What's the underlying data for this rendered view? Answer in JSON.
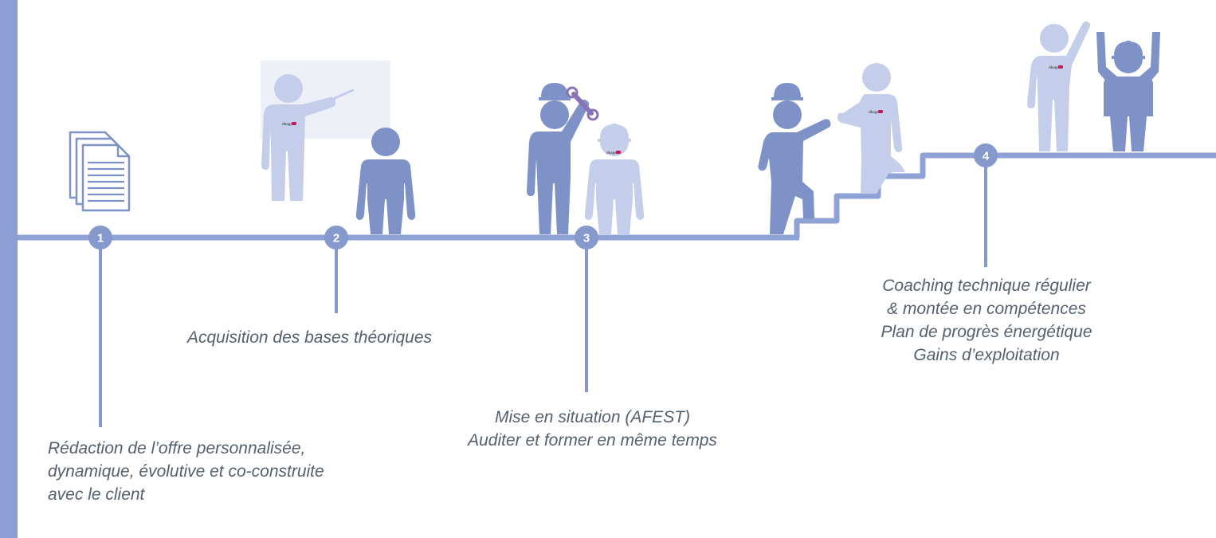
{
  "steps": [
    {
      "number": "1",
      "lines": [
        "Rédaction de l’offre personnalisée,",
        "dynamique, évolutive et co-construite",
        "avec le client"
      ]
    },
    {
      "number": "2",
      "lines": [
        "Acquisition des bases théoriques"
      ]
    },
    {
      "number": "3",
      "lines": [
        "Mise en situation (AFEST)",
        "Auditer et former en même temps"
      ]
    },
    {
      "number": "4",
      "lines": [
        "Coaching technique régulier",
        "& montée en compétences",
        "Plan de progrès énergétique",
        "Gains d’exploitation"
      ]
    }
  ],
  "shirt_logo": "dkagen",
  "colors": {
    "primary": "#8599cc",
    "dark_figure": "#7f92c8",
    "light_figure": "#c4ceea",
    "text": "#55606e",
    "board": "#eef0f8",
    "tool": "#8a72b6"
  }
}
